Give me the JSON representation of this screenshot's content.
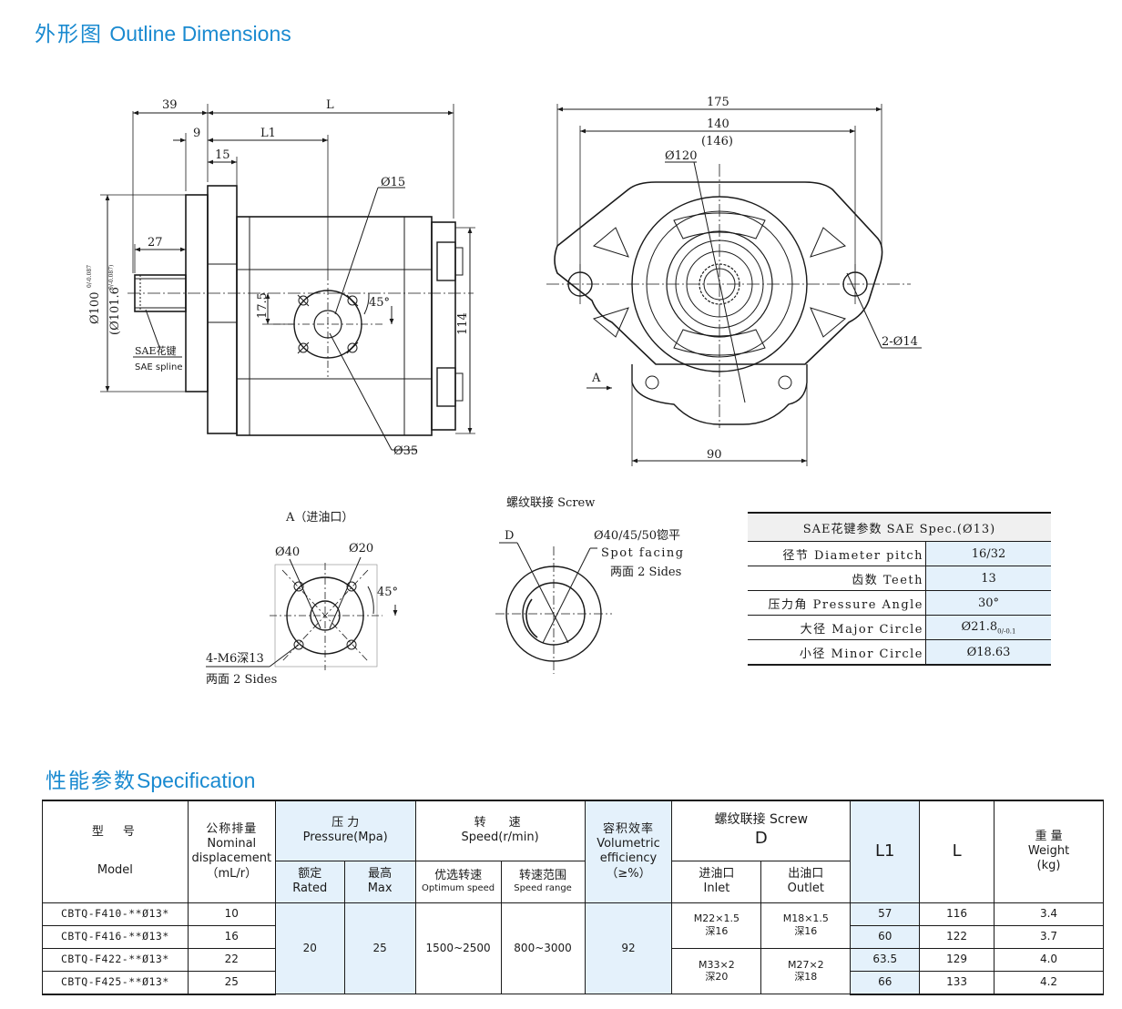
{
  "outline_title": {
    "zh": "外形图",
    "en": "Outline Dimensions"
  },
  "spec_title": {
    "zh": "性能参数",
    "en": "Specification"
  },
  "side_view": {
    "dim_39": "39",
    "dim_L": "L",
    "dim_9": "9",
    "dim_L1": "L1",
    "dim_15": "15",
    "dim_27": "27",
    "dia_15": "Ø15",
    "dia_35": "Ø35",
    "angle_45": "45°",
    "dim_17_5": "17.5",
    "dim_114": "114",
    "dia_100": "Ø100",
    "dia_100_tol": "0/-0.087",
    "dia_101_6": "(Ø101.6",
    "dia_101_6_tol": "0/-0.087)",
    "spline_zh": "SAE花键",
    "spline_en": "SAE spline"
  },
  "front_view": {
    "dim_175": "175",
    "dim_140": "140",
    "dim_146": "(146)",
    "dia_120": "Ø120",
    "holes": "2-Ø14",
    "dim_90": "90",
    "view_arrow": "A"
  },
  "view_a": {
    "title": "A（进油口）",
    "dia_40": "Ø40",
    "dia_20": "Ø20",
    "angle_45": "45°",
    "thread": "4-M6深13",
    "sides": "两面 2 Sides"
  },
  "screw_view": {
    "title": "螺纹联接 Screw",
    "d_label": "D",
    "spot_dia": "Ø40/45/50锪平",
    "spot_en": "Spot facing",
    "sides": "两面 2 Sides"
  },
  "sae_table": {
    "title": "SAE花键参数  SAE Spec.(Ø13)",
    "rows": [
      {
        "label": "径节 Diameter pitch",
        "value": "16/32"
      },
      {
        "label": "齿数 Teeth",
        "value": "13"
      },
      {
        "label": "压力角 Pressure Angle",
        "value": "30°"
      },
      {
        "label": "大径 Major Circle",
        "value": "Ø21.8",
        "tol": "0/-0.1"
      },
      {
        "label": "小径 Minor Circle",
        "value": "Ø18.63"
      }
    ]
  },
  "spec_table": {
    "h_model_zh": "型　号",
    "h_model_en": "Model",
    "h_disp_zh": "公称排量",
    "h_disp_en1": "Nominal",
    "h_disp_en2": "displacement",
    "h_disp_unit": "（mL/r）",
    "h_pressure_zh": "压  力",
    "h_pressure_en": "Pressure(Mpa)",
    "h_rated_zh": "额定",
    "h_rated_en": "Rated",
    "h_max_zh": "最高",
    "h_max_en": "Max",
    "h_speed_zh": "转　速",
    "h_speed_en": "Speed(r/min)",
    "h_opt_zh": "优选转速",
    "h_opt_en": "Optimum speed",
    "h_range_zh": "转速范围",
    "h_range_en": "Speed range",
    "h_eff_zh": "容积效率",
    "h_eff_en1": "Volumetric",
    "h_eff_en2": "efficiency",
    "h_eff_unit": "（≥%）",
    "h_screw_zh": "螺纹联接 Screw",
    "h_screw_d": "D",
    "h_inlet_zh": "进油口",
    "h_inlet_en": "Inlet",
    "h_outlet_zh": "出油口",
    "h_outlet_en": "Outlet",
    "h_L1": "L1",
    "h_L": "L",
    "h_weight_zh": "重 量",
    "h_weight_en": "Weight",
    "h_weight_unit": "(kg)",
    "rated": "20",
    "max": "25",
    "optimum": "1500~2500",
    "range": "800~3000",
    "efficiency": "92",
    "inlet_a": "M22×1.5",
    "inlet_a_depth": "深16",
    "outlet_a": "M18×1.5",
    "outlet_a_depth": "深16",
    "inlet_b": "M33×2",
    "inlet_b_depth": "深20",
    "outlet_b": "M27×2",
    "outlet_b_depth": "深18",
    "rows": [
      {
        "model": "CBTQ-F410-**Ø13*",
        "disp": "10",
        "L1": "57",
        "L": "116",
        "weight": "3.4"
      },
      {
        "model": "CBTQ-F416-**Ø13*",
        "disp": "16",
        "L1": "60",
        "L": "122",
        "weight": "3.7"
      },
      {
        "model": "CBTQ-F422-**Ø13*",
        "disp": "22",
        "L1": "63.5",
        "L": "129",
        "weight": "4.0"
      },
      {
        "model": "CBTQ-F425-**Ø13*",
        "disp": "25",
        "L1": "66",
        "L": "133",
        "weight": "4.2"
      }
    ]
  }
}
